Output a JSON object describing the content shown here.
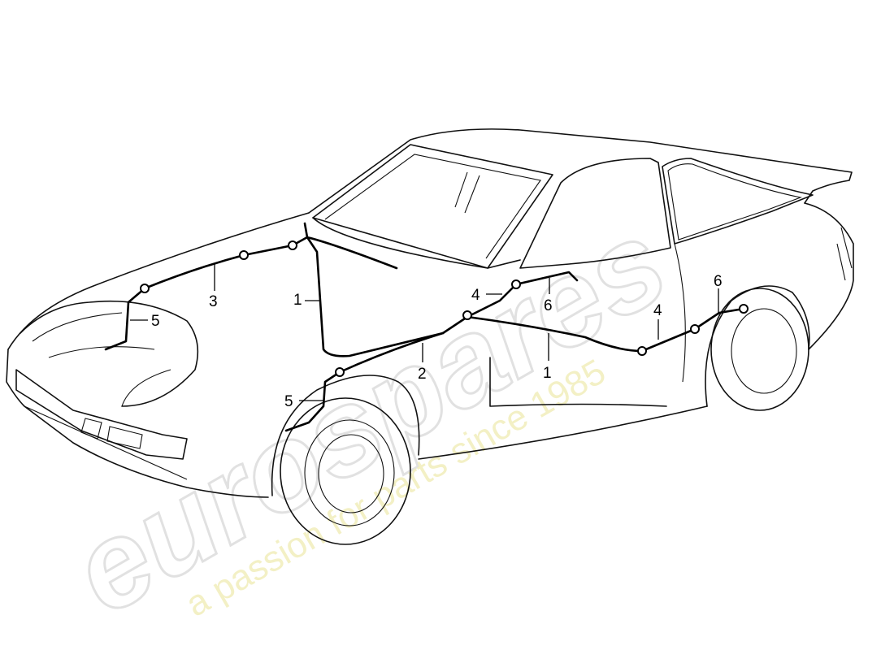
{
  "diagram": {
    "callouts": [
      {
        "id": "1",
        "label": "1"
      },
      {
        "id": "3",
        "label": "3"
      },
      {
        "id": "5",
        "label": "5"
      },
      {
        "id": "2",
        "label": "2"
      },
      {
        "id": "5b",
        "label": "5"
      },
      {
        "id": "4",
        "label": "4"
      },
      {
        "id": "6",
        "label": "6"
      },
      {
        "id": "1b",
        "label": "1"
      },
      {
        "id": "4b",
        "label": "4"
      },
      {
        "id": "6b",
        "label": "6"
      }
    ]
  },
  "watermark": {
    "brand": "eurospares",
    "tagline": "a passion for parts since 1985"
  }
}
